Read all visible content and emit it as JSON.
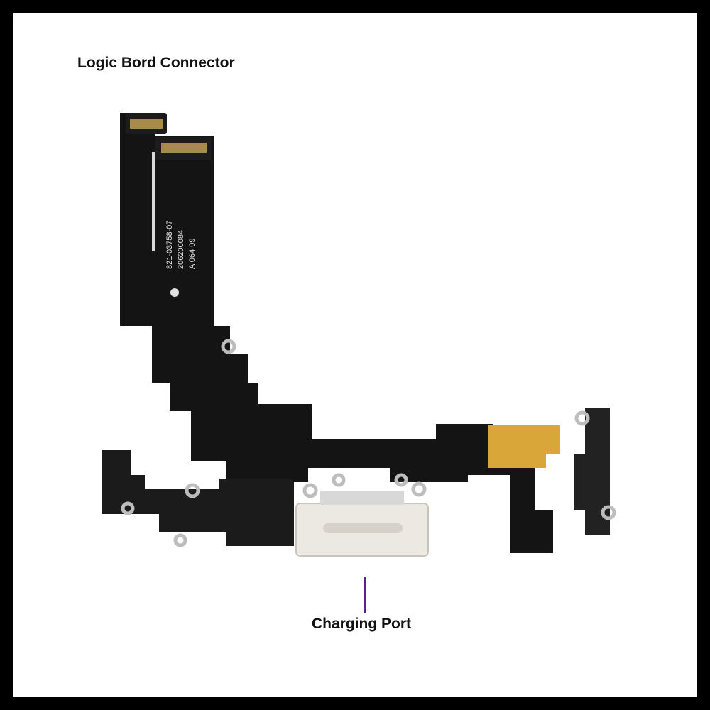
{
  "labels": {
    "logic_board_connector": "Logic Bord Connector",
    "charging_port": "Charging Port"
  },
  "silkscreen": {
    "line1": "821-03758-07",
    "line2": "206200084",
    "line3": "A   064   09"
  },
  "colors": {
    "frame": "#000000",
    "background": "#ffffff",
    "flex_cable": "#141414",
    "port_housing": "#ece9e2",
    "stiffener": "#d9a63a",
    "pointer": "#5b1d99"
  }
}
